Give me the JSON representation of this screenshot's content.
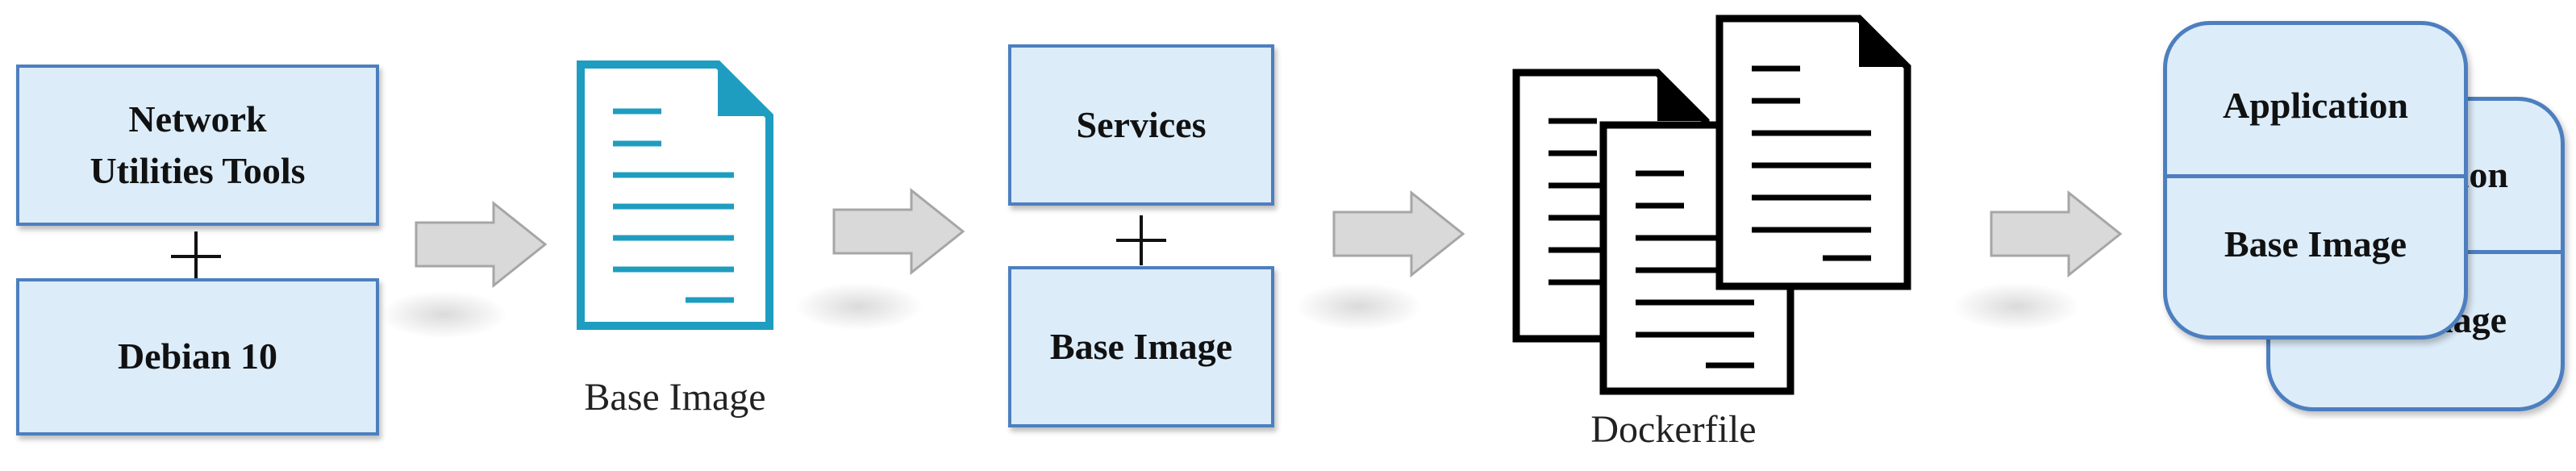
{
  "stage1": {
    "top_box": "Network Utilities Tools",
    "bottom_box": "Debian 10"
  },
  "stage2": {
    "caption": "Base Image",
    "icon": "document-icon"
  },
  "stage3": {
    "top_box": "Services",
    "bottom_box": "Base Image"
  },
  "stage4": {
    "caption": "Dockerfile",
    "icon": "documents-stack-icon"
  },
  "stage5": {
    "front_top": "Application",
    "front_bottom": "Base Image",
    "back_top": "Application",
    "back_bottom": "Base Image"
  },
  "arrows": [
    "arrow-right-icon",
    "arrow-right-icon",
    "arrow-right-icon",
    "arrow-right-icon"
  ],
  "colors": {
    "box_fill": "#dcecf9",
    "box_border": "#4d7fbf",
    "doc_accent": "#1f9dc0",
    "arrow_fill": "#d9d9d9",
    "arrow_border": "#a6a6a6"
  }
}
